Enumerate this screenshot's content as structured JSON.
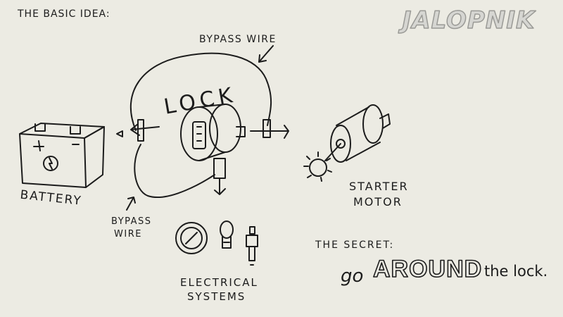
{
  "title": "THE BASIC IDEA:",
  "logo_text": "JALOPNIK",
  "labels": {
    "bypass_top": "BYPASS WIRE",
    "lock": "LOCK",
    "battery": "BATTERY",
    "bypass_left_1": "BYPASS",
    "bypass_left_2": "WIRE",
    "starter_1": "STARTER",
    "starter_2": "MOTOR",
    "electrical_1": "ELECTRICAL",
    "electrical_2": "SYSTEMS"
  },
  "secret": {
    "heading": "THE SECRET:",
    "go": "go",
    "around": "AROUND",
    "rest": "the lock."
  },
  "colors": {
    "paper": "#ecebe3",
    "ink": "#1c1c1c",
    "logo_fill": "#d6d6d2",
    "logo_stroke": "#9a9a96"
  }
}
